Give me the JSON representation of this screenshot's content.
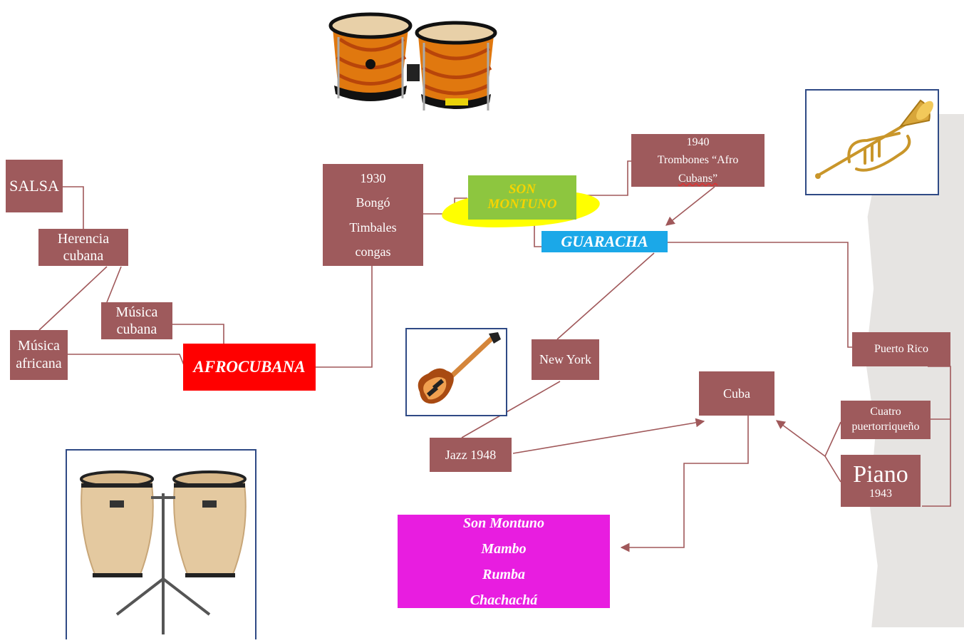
{
  "nodes": {
    "salsa": "SALSA",
    "herencia": [
      "Herencia",
      "cubana"
    ],
    "musica_cubana": [
      "Música",
      "cubana"
    ],
    "musica_africana": [
      "Música",
      "africana"
    ],
    "afrocubana": "AFROCUBANA",
    "year_1930": [
      "1930",
      "Bongó",
      "Timbales",
      "congas"
    ],
    "son_montuno": [
      "SON",
      "MONTUNO"
    ],
    "trombones": [
      "1940",
      "Trombones “Afro",
      "Cubans”"
    ],
    "guaracha": "GUARACHA",
    "new_york": "New York",
    "puerto_rico": "Puerto Rico",
    "cuba": "Cuba",
    "cuatro": [
      "Cuatro",
      "puertorriqueño"
    ],
    "piano": [
      "Piano",
      "1943"
    ],
    "jazz": "Jazz 1948",
    "genres": [
      "Son Montuno",
      "Mambo",
      "Rumba",
      "Chachachá"
    ]
  },
  "colors": {
    "box": "#9e5a5c",
    "afrocubana": "#ff0000",
    "son_montuno_bg": "#8dc63f",
    "son_montuno_highlight": "#ffff00",
    "son_montuno_text": "#d4b800",
    "guaracha": "#1ba8e8",
    "genres": "#e81de0",
    "connector": "#a0585a",
    "frame": "#2f4a85"
  },
  "images": [
    "bongos-drum",
    "trumpet",
    "electric-bass-guitar",
    "conga-drums"
  ]
}
